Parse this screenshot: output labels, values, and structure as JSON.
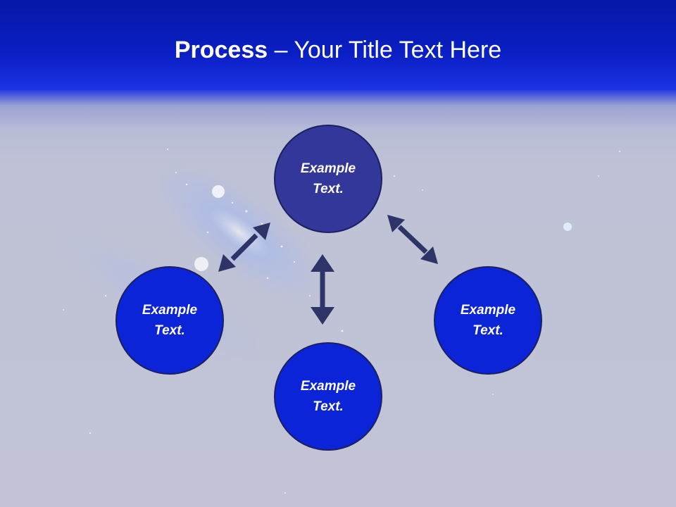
{
  "title": {
    "bold": "Process",
    "rest": " – Your Title Text Here"
  },
  "nodes": {
    "top": {
      "line1": "Example",
      "line2": "Text."
    },
    "left": {
      "line1": "Example",
      "line2": "Text."
    },
    "right": {
      "line1": "Example",
      "line2": "Text."
    },
    "bottom": {
      "line1": "Example",
      "line2": "Text."
    }
  },
  "colors": {
    "header": "#0a1fc4",
    "node_fill": "#0c24d8",
    "center_node_fill": "#34379a",
    "arrow": "#2e3468",
    "background": "#c0c3d6"
  },
  "icons": {
    "connector": "double-headed-arrow"
  }
}
